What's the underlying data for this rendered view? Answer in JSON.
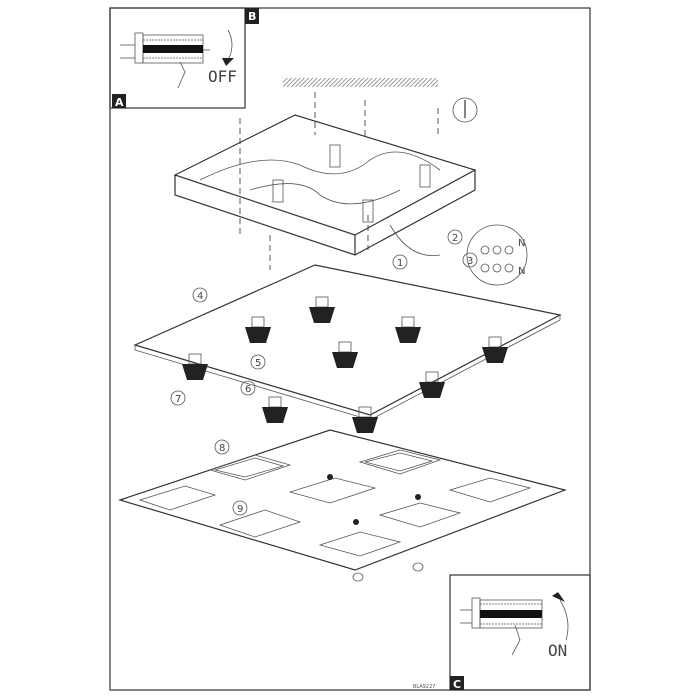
{
  "panels": {
    "a": {
      "tag": "A",
      "switch_label": "OFF"
    },
    "b": {
      "tag": "B"
    },
    "c": {
      "tag": "C",
      "switch_label": "ON"
    }
  },
  "steps": [
    "1",
    "2",
    "3",
    "4",
    "5",
    "6",
    "7",
    "8",
    "9"
  ],
  "terminal_labels": [
    "N",
    "N"
  ],
  "doc_code": "BLA9227"
}
